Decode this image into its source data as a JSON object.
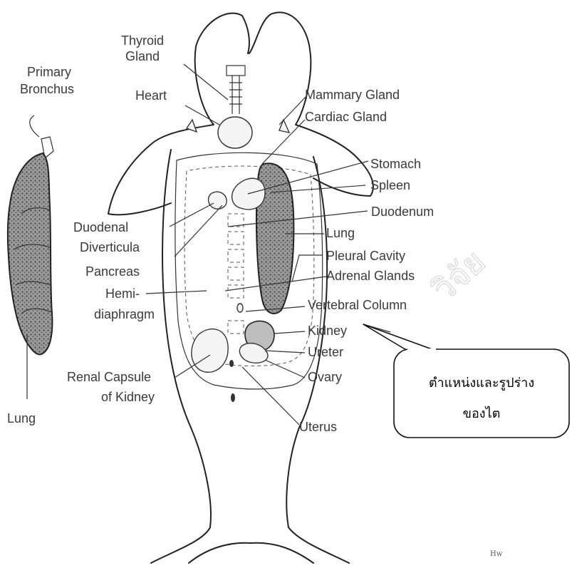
{
  "labels": {
    "thyroid_gland": "Thyroid\nGland",
    "primary_bronchus": "Primary\nBronchus",
    "heart": "Heart",
    "mammary_gland": "Mammary Gland",
    "cardiac_gland": "Cardiac Gland",
    "stomach": "Stomach",
    "spleen": "Spleen",
    "duodenum": "Duodenum",
    "duodenal_diverticula": "Duodenal\nDiverticula",
    "lung_right": "Lung",
    "pleural_cavity": "Pleural Cavity",
    "pancreas": "Pancreas",
    "adrenal_glands": "Adrenal Glands",
    "hemi_diaphragm": "Hemi-\ndiaphragm",
    "vertebral_column": "Vertebral Column",
    "kidney": "Kidney",
    "ureter": "Ureter",
    "renal_capsule": "Renal Capsule\nof Kidney",
    "ovary": "Ovary",
    "lung_left": "Lung",
    "uterus": "Uterus"
  },
  "callout": {
    "line1": "ตำแหน่งและรูปร่าง",
    "line2": "ของไต"
  },
  "watermark": "วิจัย",
  "signature": "Hw"
}
